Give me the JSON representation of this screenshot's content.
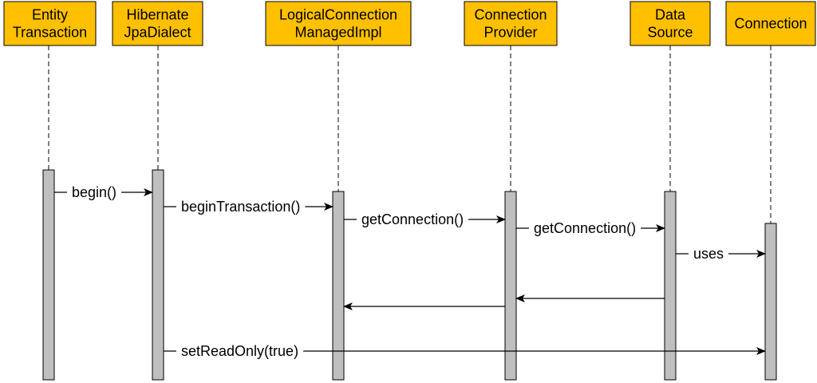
{
  "colors": {
    "header_fill": "#ffc000",
    "activation_fill": "#bfbfbf",
    "line": "#000000"
  },
  "participants": [
    {
      "id": "et",
      "lines": [
        "Entity",
        "Transaction"
      ]
    },
    {
      "id": "hjd",
      "lines": [
        "Hibernate",
        "JpaDialect"
      ]
    },
    {
      "id": "lcm",
      "lines": [
        "LogicalConnection",
        "ManagedImpl"
      ]
    },
    {
      "id": "cp",
      "lines": [
        "Connection",
        "Provider"
      ]
    },
    {
      "id": "ds",
      "lines": [
        "Data",
        "Source"
      ]
    },
    {
      "id": "conn",
      "lines": [
        "Connection"
      ]
    }
  ],
  "messages": [
    {
      "from": "et",
      "to": "hjd",
      "label": "begin()"
    },
    {
      "from": "hjd",
      "to": "lcm",
      "label": "beginTransaction()"
    },
    {
      "from": "lcm",
      "to": "cp",
      "label": "getConnection()"
    },
    {
      "from": "cp",
      "to": "ds",
      "label": "getConnection()"
    },
    {
      "from": "ds",
      "to": "conn",
      "label": "uses"
    },
    {
      "from": "ds",
      "to": "cp",
      "label": ""
    },
    {
      "from": "cp",
      "to": "lcm",
      "label": ""
    },
    {
      "from": "hjd",
      "to": "conn",
      "label": "setReadOnly(true)"
    }
  ]
}
